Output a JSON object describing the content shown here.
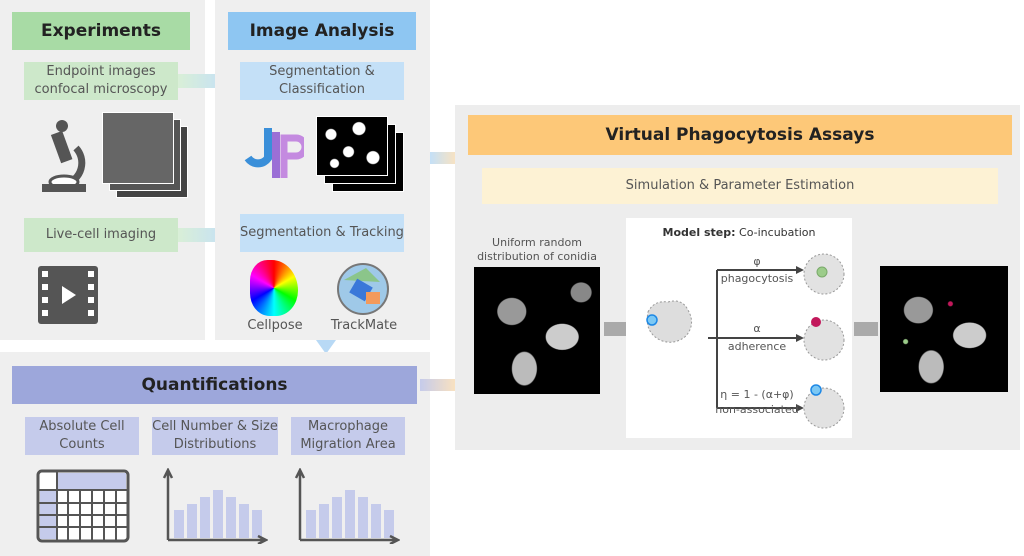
{
  "experiments": {
    "title": "Experiments",
    "endpoint": "Endpoint images confocal microscopy",
    "live": "Live-cell imaging"
  },
  "analysis": {
    "title": "Image Analysis",
    "seg_class": "Segmentation & Classification",
    "seg_track": "Segmentation & Tracking",
    "cellpose": "Cellpose",
    "trackmate": "TrackMate"
  },
  "quant": {
    "title": "Quantifications",
    "items": [
      "Absolute Cell Counts",
      "Cell Number & Size Distributions",
      "Macrophage Migration Area"
    ]
  },
  "virtual": {
    "title": "Virtual Phagocytosis Assays",
    "subtitle": "Simulation & Parameter Estimation",
    "uniform": "Uniform random distribution of conidia",
    "model_bold": "Model step:",
    "model_rest": " Co-incubation",
    "phi": "φ",
    "phago": "phagocytosis",
    "alpha": "α",
    "adh": "adherence",
    "eta": "η = 1 - (α+φ)",
    "nonassoc": "non-associated"
  },
  "colors": {
    "green": "#a8dba5",
    "green_light": "#cde8ca",
    "blue": "#8ec6f2",
    "blue_light": "#c4e0f7",
    "purple": "#9da7db",
    "purple_light": "#c5cbeb",
    "orange": "#fdc878",
    "orange_light": "#fdf2d4"
  }
}
